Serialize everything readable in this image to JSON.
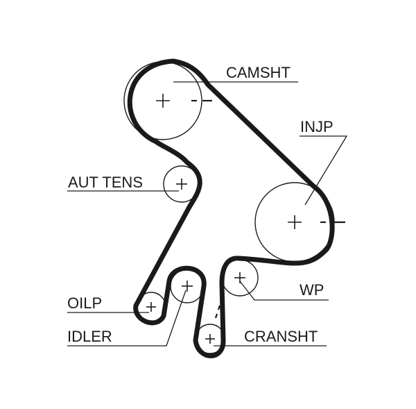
{
  "diagram": {
    "labels": {
      "camshaft": "CAMSHT",
      "injection_pump": "INJP",
      "auto_tensioner": "AUT TENS",
      "water_pump": "WP",
      "oil_pump": "OILP",
      "idler": "IDLER",
      "crankshaft": "CRANSHT"
    },
    "colors": {
      "line": "#1a1a1a",
      "background": "#ffffff"
    }
  }
}
